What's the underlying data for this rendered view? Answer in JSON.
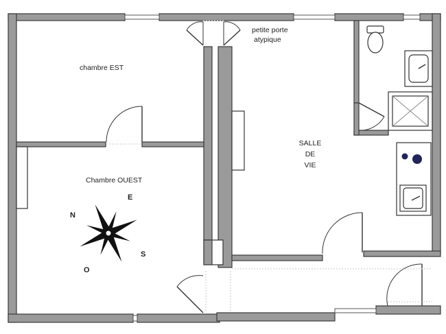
{
  "rooms": {
    "chambre_est": "chambre EST",
    "chambre_ouest": "Chambre OUEST",
    "salle_de_vie": [
      "SALLE",
      "DE",
      "VIE"
    ]
  },
  "annotation": [
    "petite porte",
    "atypique"
  ],
  "compass": {
    "north": "N",
    "east": "E",
    "south": "S",
    "west": "O"
  },
  "colors": {
    "wall_fill": "#9a9a9a",
    "wall_stroke": "#3a3a3a",
    "compass": "#111111"
  }
}
